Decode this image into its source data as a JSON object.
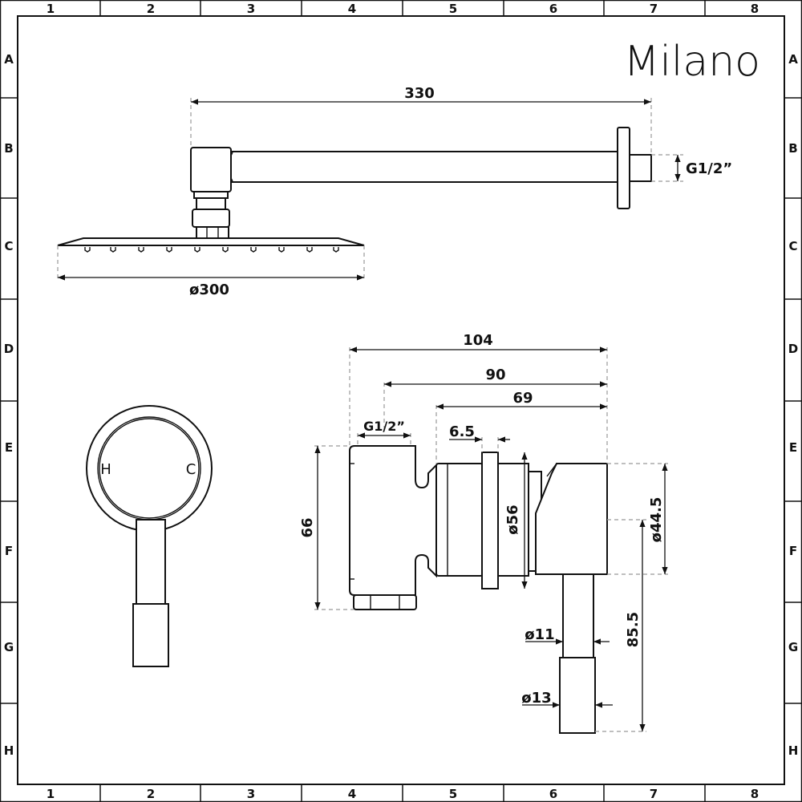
{
  "brand": {
    "name": "Milano"
  },
  "grid": {
    "columns": [
      "1",
      "2",
      "3",
      "4",
      "5",
      "6",
      "7",
      "8"
    ],
    "rows": [
      "A",
      "B",
      "C",
      "D",
      "E",
      "F",
      "G",
      "H"
    ]
  },
  "shower_head_view": {
    "arm_length": "330",
    "outlet_thread": "G1/2”",
    "head_diameter": "ø300"
  },
  "valve_front_view": {
    "hot_label": "H",
    "cold_label": "C"
  },
  "valve_side_view": {
    "overall_depth": "104",
    "depth_90": "90",
    "depth_69": "69",
    "inlet_thread": "G1/2”",
    "flange_thickness": "6.5",
    "body_height": "66",
    "flange_diameter": "ø56",
    "handle_hub_diameter": "ø44.5",
    "handle_length": "85.5",
    "lever_diameter": "ø11",
    "grip_diameter": "ø13"
  }
}
